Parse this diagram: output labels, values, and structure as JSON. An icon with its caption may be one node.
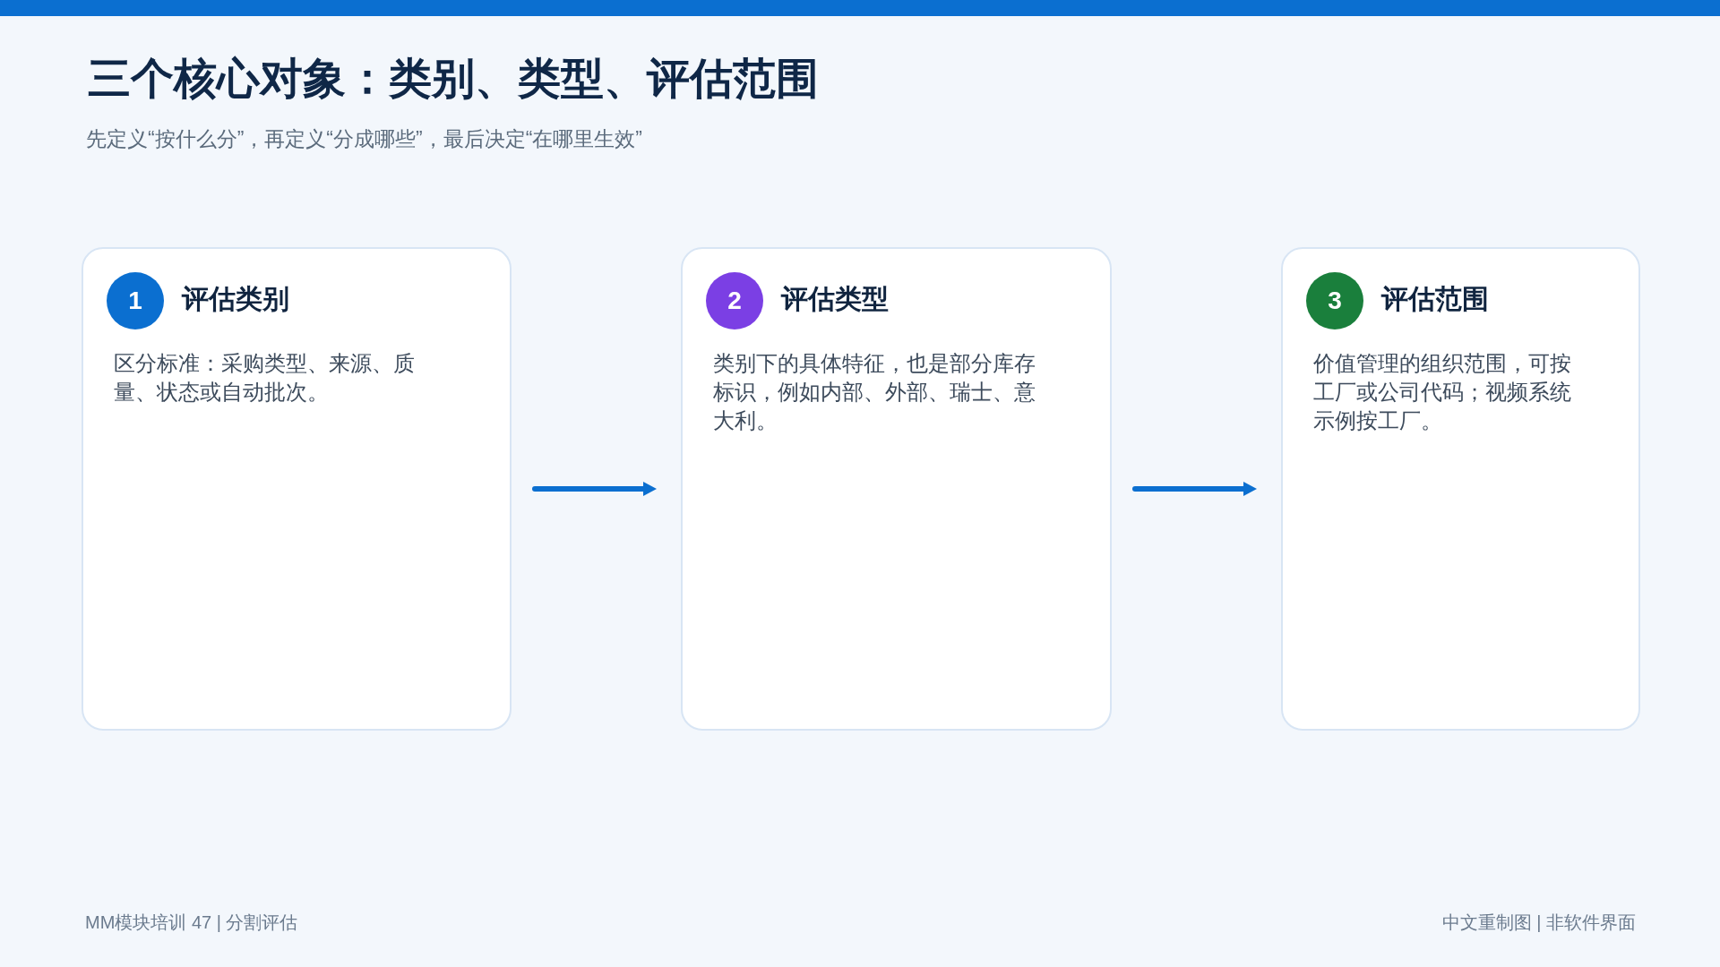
{
  "diagram": {
    "title": "三个核心对象：类别、类型、评估范围",
    "nodes": [
      {
        "text": [],
        "shape": "bar"
      },
      {
        "text": [
          "评估类别",
          "区分标准：采购类型、来源、质量、状态或自动批次。"
        ]
      },
      {
        "text": [
          "1"
        ],
        "in": 1
      },
      {
        "text": [
          "评估类型",
          "类别下的具体特征，也是部分库存标识，例如内部、外部、瑞士、意大利。"
        ]
      },
      {
        "text": [
          "2"
        ],
        "in": 3
      },
      {
        "text": [
          "评估范围",
          "价值管理的组织范围，可按工厂或公司代码；视频系统示例按工厂。"
        ]
      },
      {
        "text": [
          "3"
        ],
        "in": 5
      }
    ],
    "edges": [
      {
        "from": 1,
        "to": 3,
        "arrow": "to"
      },
      {
        "from": 3,
        "to": 5,
        "arrow": "to"
      }
    ],
    "labels": [
      "先定义“按什么分”，再定义“分成哪些”，最后决定“在哪里生效”",
      "MM模块培训 47 | 分割评估",
      "中文重制图 | 非软件界面"
    ]
  }
}
